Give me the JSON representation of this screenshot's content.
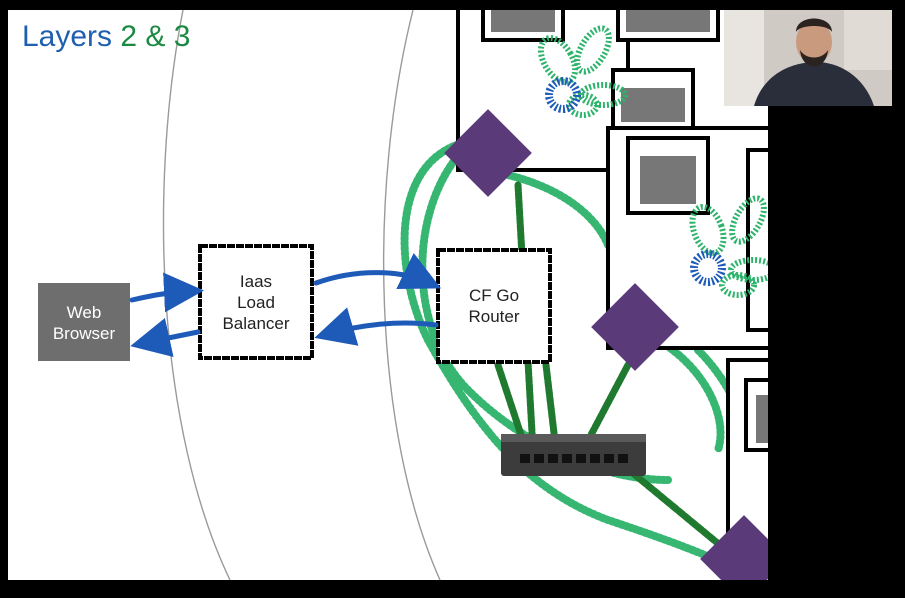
{
  "slide": {
    "title_part1": "Layers",
    "title_part2": "2 & 3"
  },
  "nodes": {
    "web_browser": "Web\nBrowser",
    "load_balancer": "Iaas\nLoad\nBalancer",
    "go_router": "CF Go\nRouter"
  },
  "colors": {
    "title_blue": "#1f5fb0",
    "title_green": "#1a8a43",
    "arrow_blue": "#1e5bb8",
    "sketch_green": "#2db36b",
    "cable_green": "#1f7a2f",
    "router_purple": "#5b3a7a",
    "browser_gray": "#6e6e6e"
  },
  "webcam": {
    "description_icon": "presenter-webcam"
  }
}
